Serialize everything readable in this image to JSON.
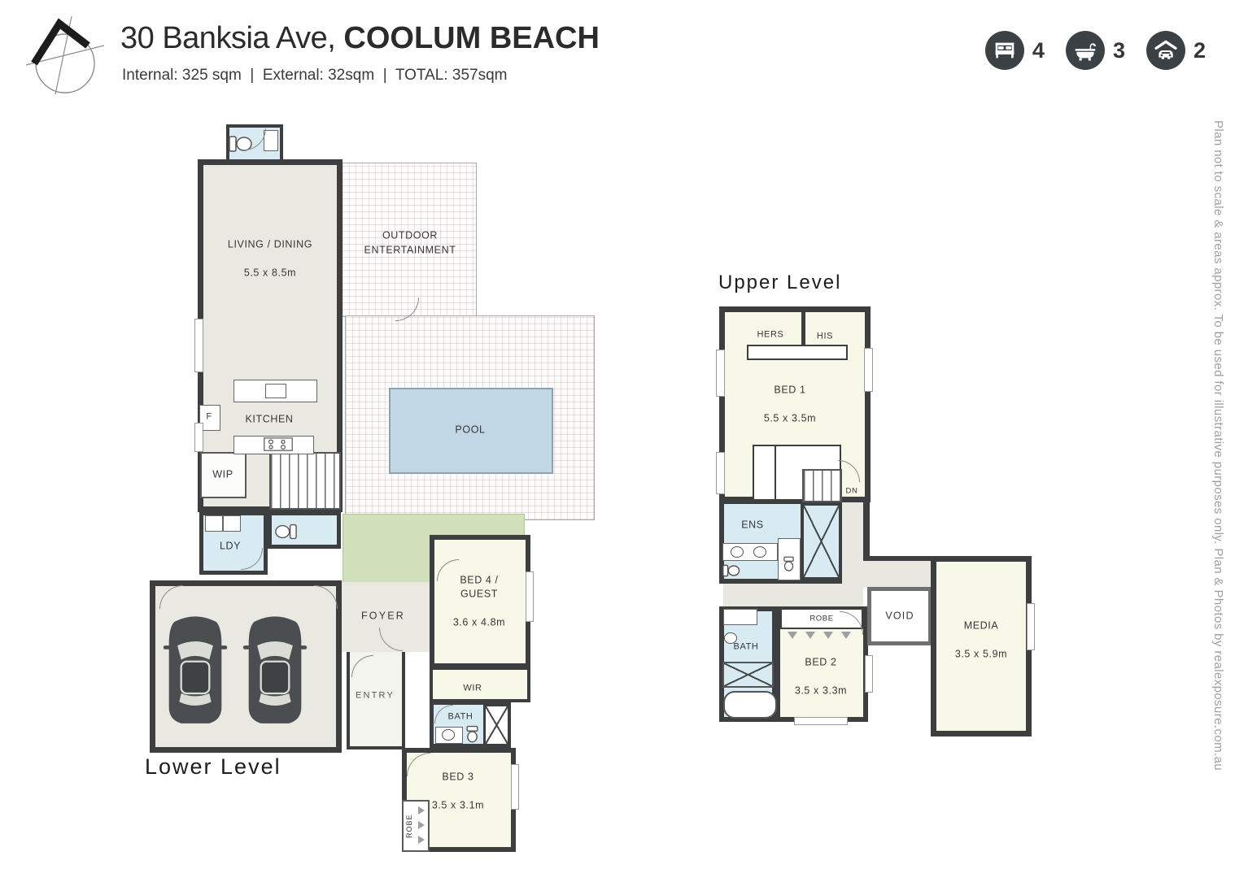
{
  "header": {
    "address_main": "30 Banksia Ave, ",
    "address_suburb": "COOLUM BEACH",
    "areas": "Internal: 325 sqm  |  External: 32sqm  |  TOTAL: 357sqm",
    "stats": [
      {
        "icon": "bed-icon",
        "value": "4"
      },
      {
        "icon": "bath-icon",
        "value": "3"
      },
      {
        "icon": "garage-icon",
        "value": "2"
      }
    ]
  },
  "lower": {
    "title": "Lower Level",
    "rooms": {
      "living": {
        "name": "LIVING / DINING",
        "dims": "5.5 x 8.5m"
      },
      "outdoor": {
        "name": "OUTDOOR\nENTERTAINMENT"
      },
      "pool": {
        "name": "POOL"
      },
      "kitchen": {
        "name": "KITCHEN"
      },
      "fridge": {
        "name": "F"
      },
      "wip": {
        "name": "WIP"
      },
      "ldy": {
        "name": "LDY"
      },
      "foyer": {
        "name": "FOYER"
      },
      "entry": {
        "name": "ENTRY"
      },
      "bed4": {
        "name": "BED 4 /\nGUEST",
        "dims": "3.6 x 4.8m"
      },
      "wir": {
        "name": "WIR"
      },
      "bath": {
        "name": "BATH"
      },
      "bed3": {
        "name": "BED 3",
        "dims": "3.5 x 3.1m"
      },
      "robe": {
        "name": "ROBE"
      }
    }
  },
  "upper": {
    "title": "Upper Level",
    "rooms": {
      "hers": {
        "name": "HERS"
      },
      "his": {
        "name": "HIS"
      },
      "bed1": {
        "name": "BED 1",
        "dims": "5.5 x 3.5m"
      },
      "dn": {
        "name": "DN"
      },
      "ens": {
        "name": "ENS"
      },
      "robe": {
        "name": "ROBE"
      },
      "bath": {
        "name": "BATH"
      },
      "bed2": {
        "name": "BED 2",
        "dims": "3.5 x 3.3m"
      },
      "void": {
        "name": "VOID"
      },
      "media": {
        "name": "MEDIA",
        "dims": "3.5 x 5.9m"
      }
    }
  },
  "disclaimer": "Plan not to scale & areas approx. To be used for illustrative purposes only. Plan & Photos by realexposure.com.au",
  "colors": {
    "wall": "#3d3e40",
    "wet_area": "#d8ebf3",
    "room_warm": "#eae9e1",
    "room_pale": "#f8f8e8",
    "pool": "#c2d7e6",
    "lawn": "#cfe0ba",
    "icon_badge": "#3c4146",
    "text": "#35363a",
    "disclaimer_text": "#a0a0a0"
  }
}
